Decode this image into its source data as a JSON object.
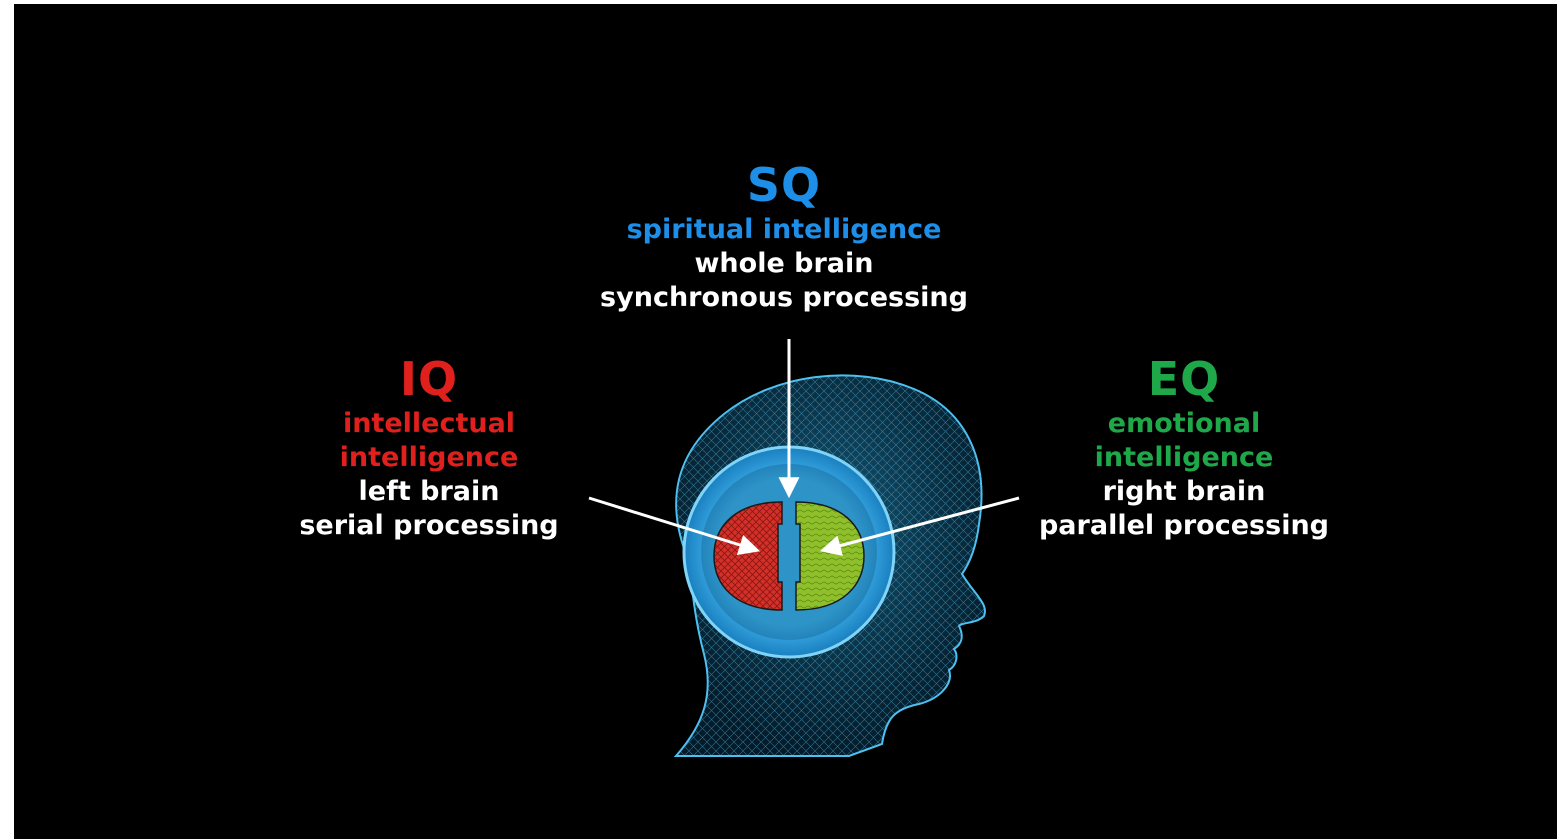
{
  "colors": {
    "background": "#000000",
    "sq": "#1e8fe8",
    "iq": "#e0201c",
    "eq": "#1fa84a",
    "text": "#ffffff",
    "head_glow": "#29a9e0"
  },
  "sq": {
    "abbr": "SQ",
    "name": "spiritual intelligence",
    "line1": "whole brain",
    "line2": "synchronous processing"
  },
  "iq": {
    "abbr": "IQ",
    "name_line1": "intellectual",
    "name_line2": "intelligence",
    "line1": "left brain",
    "line2": "serial processing"
  },
  "eq": {
    "abbr": "EQ",
    "name_line1": "emotional",
    "name_line2": "intelligence",
    "line1": "right brain",
    "line2": "parallel processing"
  }
}
